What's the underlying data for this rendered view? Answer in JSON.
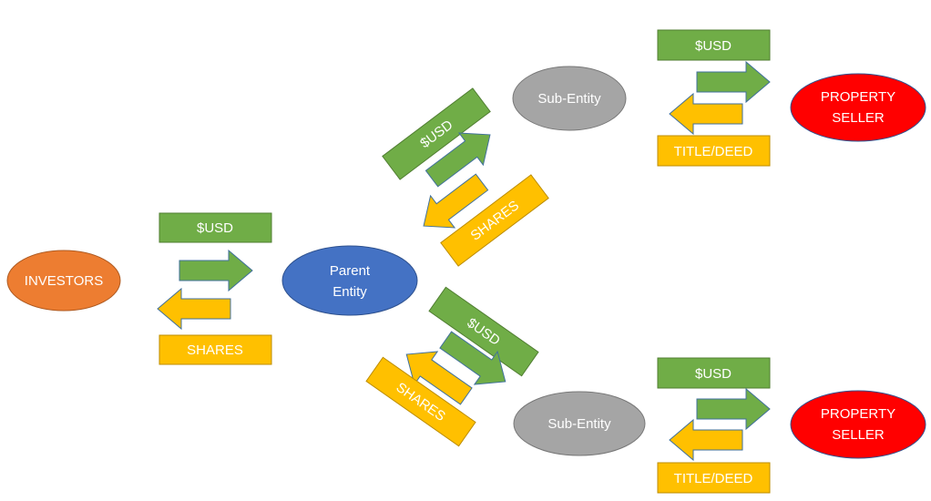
{
  "colors": {
    "investors": "#ED7D31",
    "parent": "#4472C4",
    "sub_entity": "#A5A5A5",
    "seller": "#FF0000",
    "money": "#70AD47",
    "equity": "#FFC000",
    "outline": "#41719C",
    "text": "#FFFFFF"
  },
  "nodes": {
    "investors": {
      "label": "INVESTORS"
    },
    "parent": {
      "line1": "Parent",
      "line2": "Entity"
    },
    "sub_top": {
      "label": "Sub-Entity"
    },
    "sub_bottom": {
      "label": "Sub-Entity"
    },
    "seller_top": {
      "line1": "PROPERTY",
      "line2": "SELLER"
    },
    "seller_bottom": {
      "line1": "PROPERTY",
      "line2": "SELLER"
    }
  },
  "flows": {
    "investors_parent": {
      "money": "$USD",
      "return": "SHARES"
    },
    "parent_sub_top": {
      "money": "$USD",
      "return": "SHARES"
    },
    "parent_sub_bottom": {
      "money": "$USD",
      "return": "SHARES"
    },
    "sub_top_seller": {
      "money": "$USD",
      "return": "TITLE/DEED"
    },
    "sub_bottom_seller": {
      "money": "$USD",
      "return": "TITLE/DEED"
    }
  }
}
